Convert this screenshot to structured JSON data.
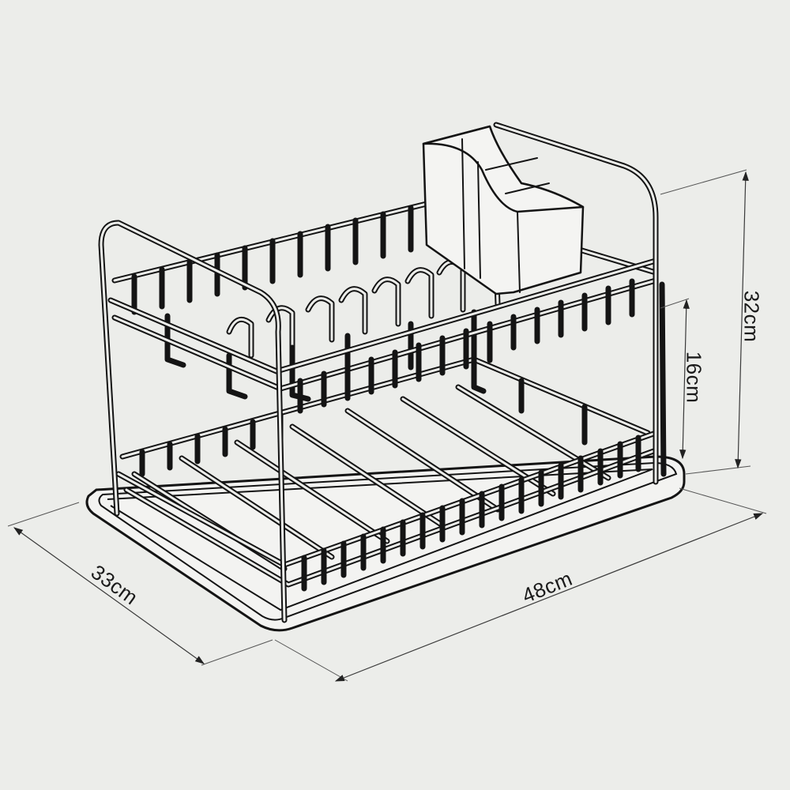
{
  "diagram": {
    "subject": "Two-tier dish drying rack with cutlery caddy and drip tray",
    "background_color": "#ecedea",
    "line_color": "#141414",
    "dimensions": {
      "total_height": "32cm",
      "tier_spacing": "16cm",
      "depth": "33cm",
      "length": "48cm"
    },
    "components": [
      "upper-tier-dish-rack",
      "lower-tier-rack",
      "cutlery-caddy",
      "side-frame-handles",
      "drip-tray"
    ]
  }
}
